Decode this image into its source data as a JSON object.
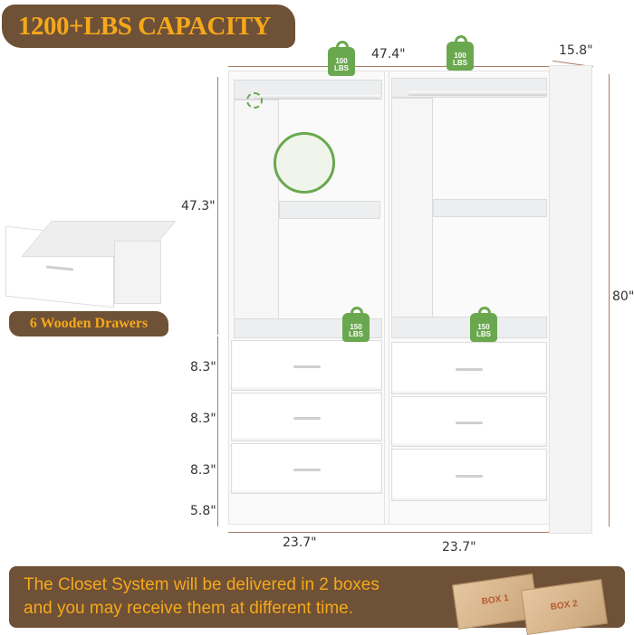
{
  "headline": "1200+LBS CAPACITY",
  "dimensions": {
    "width": "47.4\"",
    "depth": "15.8\"",
    "upper_height": "47.3\"",
    "total_height": "80\"",
    "drawer_heights": [
      "8.3\"",
      "8.3\"",
      "8.3\""
    ],
    "base_height": "5.8\"",
    "section_widths": [
      "23.7\"",
      "23.7\""
    ]
  },
  "weight_badges": [
    {
      "value": "100",
      "unit": "LBS"
    },
    {
      "value": "100",
      "unit": "LBS"
    },
    {
      "value": "150",
      "unit": "LBS"
    },
    {
      "value": "150",
      "unit": "LBS"
    }
  ],
  "drawer_label": "6 Wooden Drawers",
  "delivery": {
    "line1": "The Closet System will be delivered in 2 boxes",
    "line2": "and you may receive them at different time.",
    "boxes": [
      "BOX 1",
      "BOX 2"
    ]
  },
  "colors": {
    "banner": "#6e5136",
    "accent_text": "#f6a81b",
    "badge": "#6aa84f",
    "dimension_line": "#a67c64"
  }
}
